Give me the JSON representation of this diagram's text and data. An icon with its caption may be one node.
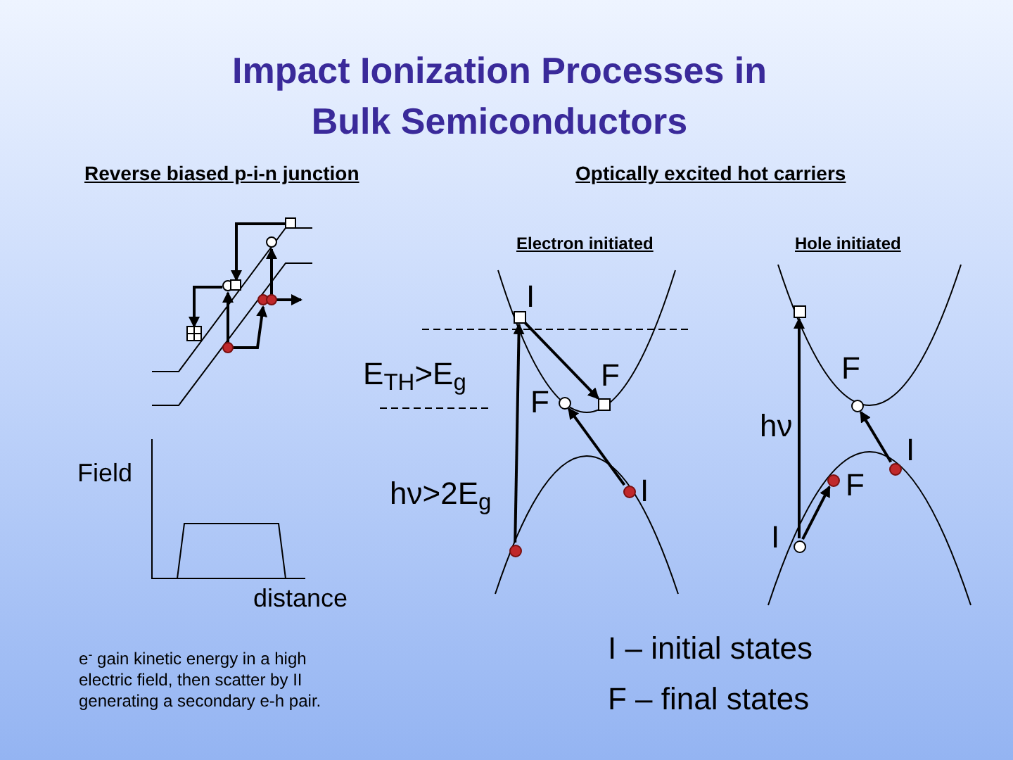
{
  "diagram": {
    "title": "Impact Ionization Processes in Bulk Semiconductors",
    "nodes": [
      {
        "text": [],
        "shape": "box",
        "beside": [
          "I"
        ]
      },
      {
        "text": [],
        "shape": "box",
        "beside": [
          "F"
        ]
      },
      {
        "text": [],
        "shape": "circle",
        "beside": [
          "F"
        ]
      },
      {
        "text": [],
        "shape": "circle",
        "beside": [
          "I"
        ]
      },
      {
        "text": [],
        "shape": "circle"
      },
      {
        "text": [],
        "shape": "box"
      },
      {
        "text": [],
        "shape": "circle",
        "beside": [
          "F"
        ]
      },
      {
        "text": [],
        "shape": "circle",
        "beside": [
          "I"
        ]
      },
      {
        "text": [],
        "shape": "circle",
        "beside": [
          "F"
        ]
      },
      {
        "text": [],
        "shape": "circle",
        "beside": [
          "I"
        ]
      }
    ],
    "edges": [
      {
        "from": 4,
        "to": 0,
        "arrow": "to"
      },
      {
        "from": 0,
        "to": 1,
        "arrow": "to"
      },
      {
        "from": 3,
        "to": 2,
        "arrow": "to"
      },
      {
        "from": 9,
        "to": 5,
        "arrow": "to"
      },
      {
        "from": 7,
        "to": 6,
        "arrow": "to"
      },
      {
        "from": 9,
        "to": 8,
        "arrow": "to"
      }
    ],
    "labels": [
      "Reverse biased p-i-n junction",
      "Optically excited hot carriers",
      "Electron initiated",
      "Hole initiated",
      "E$_{TH}$>E$_{g}$",
      "hν",
      "Field",
      "hν>2E$_{g}$",
      "distance",
      "e$^{-}$ gain kinetic energy in a high electric field, then scatter by II generating a secondary e-h pair.",
      "I – initial states",
      "F – final states"
    ]
  }
}
